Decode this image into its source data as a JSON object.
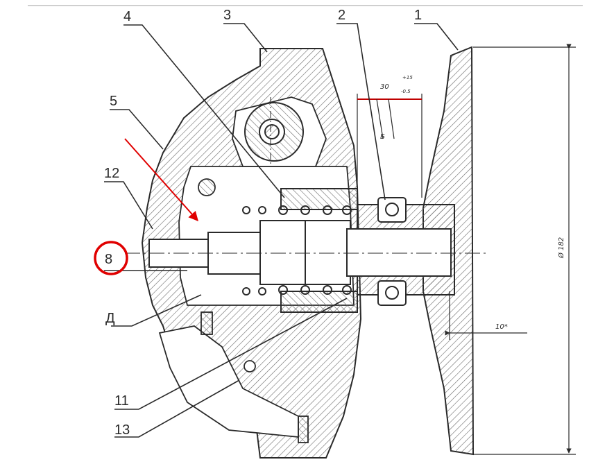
{
  "drawing": {
    "callouts": {
      "c1": "1",
      "c2": "2",
      "c3": "3",
      "c4": "4",
      "c5": "5",
      "c12": "12",
      "c8": "8",
      "cD": "Д",
      "c11": "11",
      "c13": "13",
      "cB": "Б"
    },
    "dimensions": {
      "top_nominal": "30",
      "top_upper": "+15",
      "top_lower": "-0.5",
      "diameter": "Ø 182",
      "bottom": "10*"
    },
    "colors": {
      "line": "#2a2a2a",
      "hatch": "#6a6a6a",
      "highlight": "#e00000"
    }
  }
}
